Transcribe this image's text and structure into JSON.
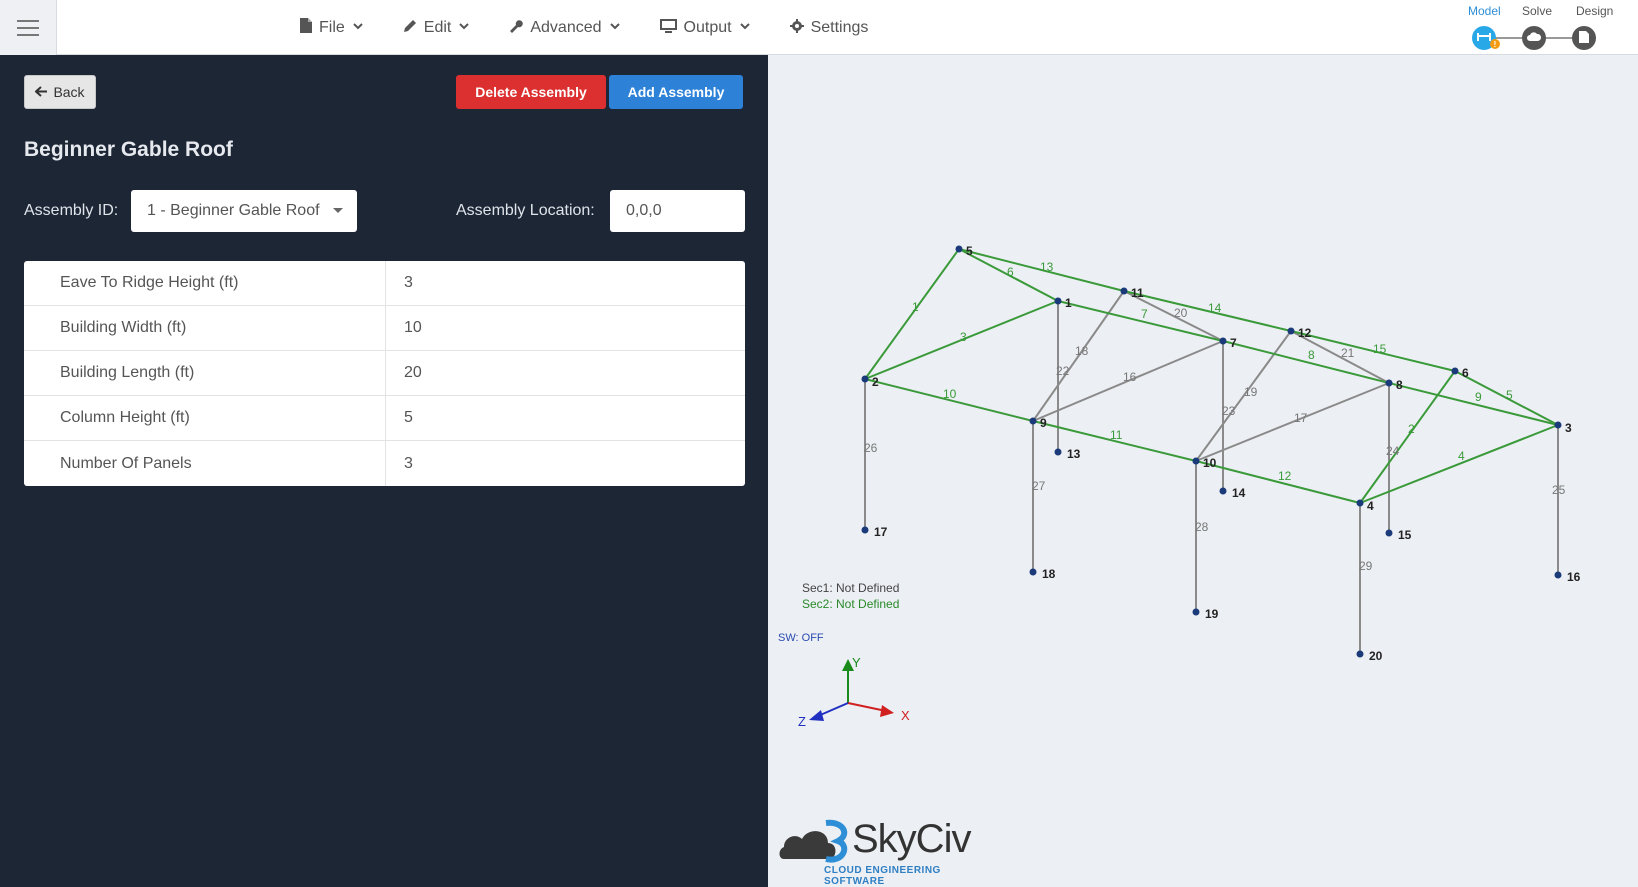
{
  "topbar": {
    "menu": [
      {
        "label": "File",
        "icon": "file-icon"
      },
      {
        "label": "Edit",
        "icon": "pencil-icon"
      },
      {
        "label": "Advanced",
        "icon": "wrench-icon"
      },
      {
        "label": "Output",
        "icon": "monitor-icon"
      },
      {
        "label": "Settings",
        "icon": "gear-icon"
      }
    ],
    "steps": [
      {
        "label": "Model",
        "active": true
      },
      {
        "label": "Solve",
        "active": false
      },
      {
        "label": "Design",
        "active": false
      }
    ]
  },
  "panel": {
    "back_label": "Back",
    "delete_label": "Delete Assembly",
    "add_label": "Add Assembly",
    "title": "Beginner Gable Roof",
    "assembly_id_label": "Assembly ID:",
    "assembly_id_value": "1 - Beginner Gable Roof",
    "assembly_location_label": "Assembly Location:",
    "assembly_location_value": "0,0,0",
    "params": [
      {
        "label": "Eave To Ridge Height (ft)",
        "value": "3"
      },
      {
        "label": "Building Width (ft)",
        "value": "10"
      },
      {
        "label": "Building Length (ft)",
        "value": "20"
      },
      {
        "label": "Column Height (ft)",
        "value": "5"
      },
      {
        "label": "Number Of Panels",
        "value": "3"
      }
    ]
  },
  "canvas": {
    "legend_sec1": "Sec1: Not Defined",
    "legend_sec2": "Sec2: Not Defined",
    "sw_label": "SW: OFF",
    "axes": {
      "x": "X",
      "y": "Y",
      "z": "Z"
    },
    "logo_text": "SkyCiv",
    "logo_sub": "CLOUD ENGINEERING SOFTWARE",
    "colors": {
      "green_member": "#3a9a3a",
      "grey_member": "#8a8a8a",
      "node": "#1a3a7a"
    },
    "nodes": [
      "1",
      "2",
      "3",
      "4",
      "5",
      "6",
      "7",
      "8",
      "9",
      "10",
      "11",
      "12",
      "13",
      "14",
      "15",
      "16",
      "17",
      "18",
      "19",
      "20"
    ],
    "members_green": [
      "1",
      "2",
      "3",
      "4",
      "5",
      "6",
      "7",
      "8",
      "9",
      "10",
      "11",
      "12",
      "13",
      "14",
      "15"
    ],
    "members_grey": [
      "16",
      "17",
      "18",
      "19",
      "20",
      "21",
      "22",
      "23",
      "24",
      "25",
      "26",
      "27",
      "28",
      "29"
    ]
  }
}
